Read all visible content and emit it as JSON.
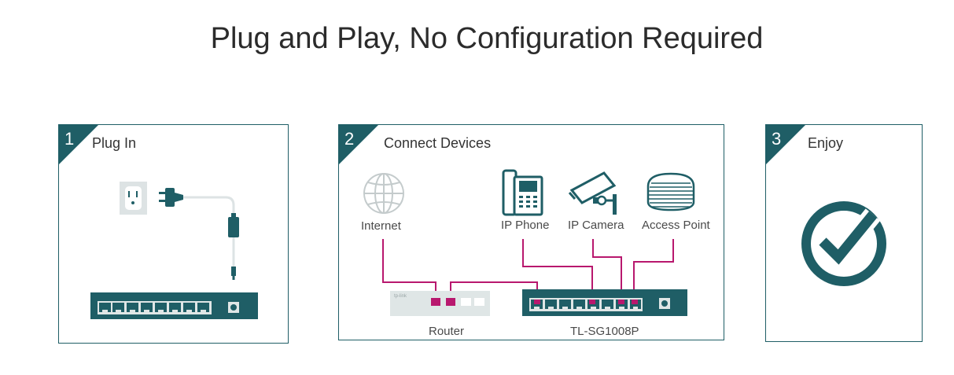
{
  "page": {
    "title": "Plug and Play, No Configuration Required"
  },
  "steps": [
    {
      "number": "1",
      "label": "Plug In"
    },
    {
      "number": "2",
      "label": "Connect Devices"
    },
    {
      "number": "3",
      "label": "Enjoy"
    }
  ],
  "diagram": {
    "devices": {
      "internet": "Internet",
      "ip_phone": "IP Phone",
      "ip_camera": "IP Camera",
      "access_point": "Access Point",
      "router": "Router",
      "switch": "TL-SG1008P"
    },
    "router_brand": "tp-link"
  },
  "colors": {
    "teal": "#1f5e66",
    "magenta": "#b8186e",
    "router_gray": "#dfe6e6",
    "outlet_gray": "#dde3e4"
  }
}
